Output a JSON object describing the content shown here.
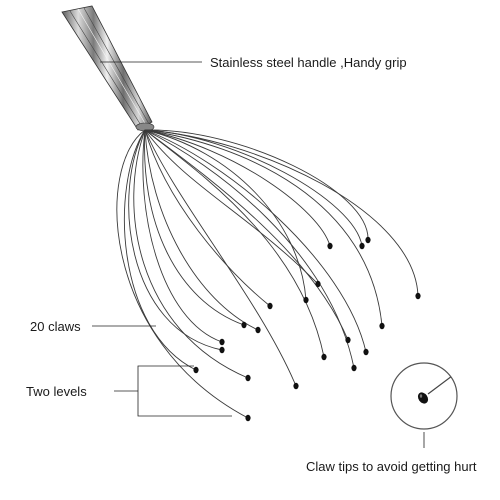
{
  "labels": {
    "handle": "Stainless steel handle ,Handy grip",
    "claws": "20 claws",
    "levels": "Two levels",
    "tips": "Claw tips to avoid getting hurt"
  },
  "colors": {
    "line": "#333333",
    "tip": "#111111",
    "handle_dark": "#6b6b6b",
    "handle_light": "#e6e6e6"
  }
}
